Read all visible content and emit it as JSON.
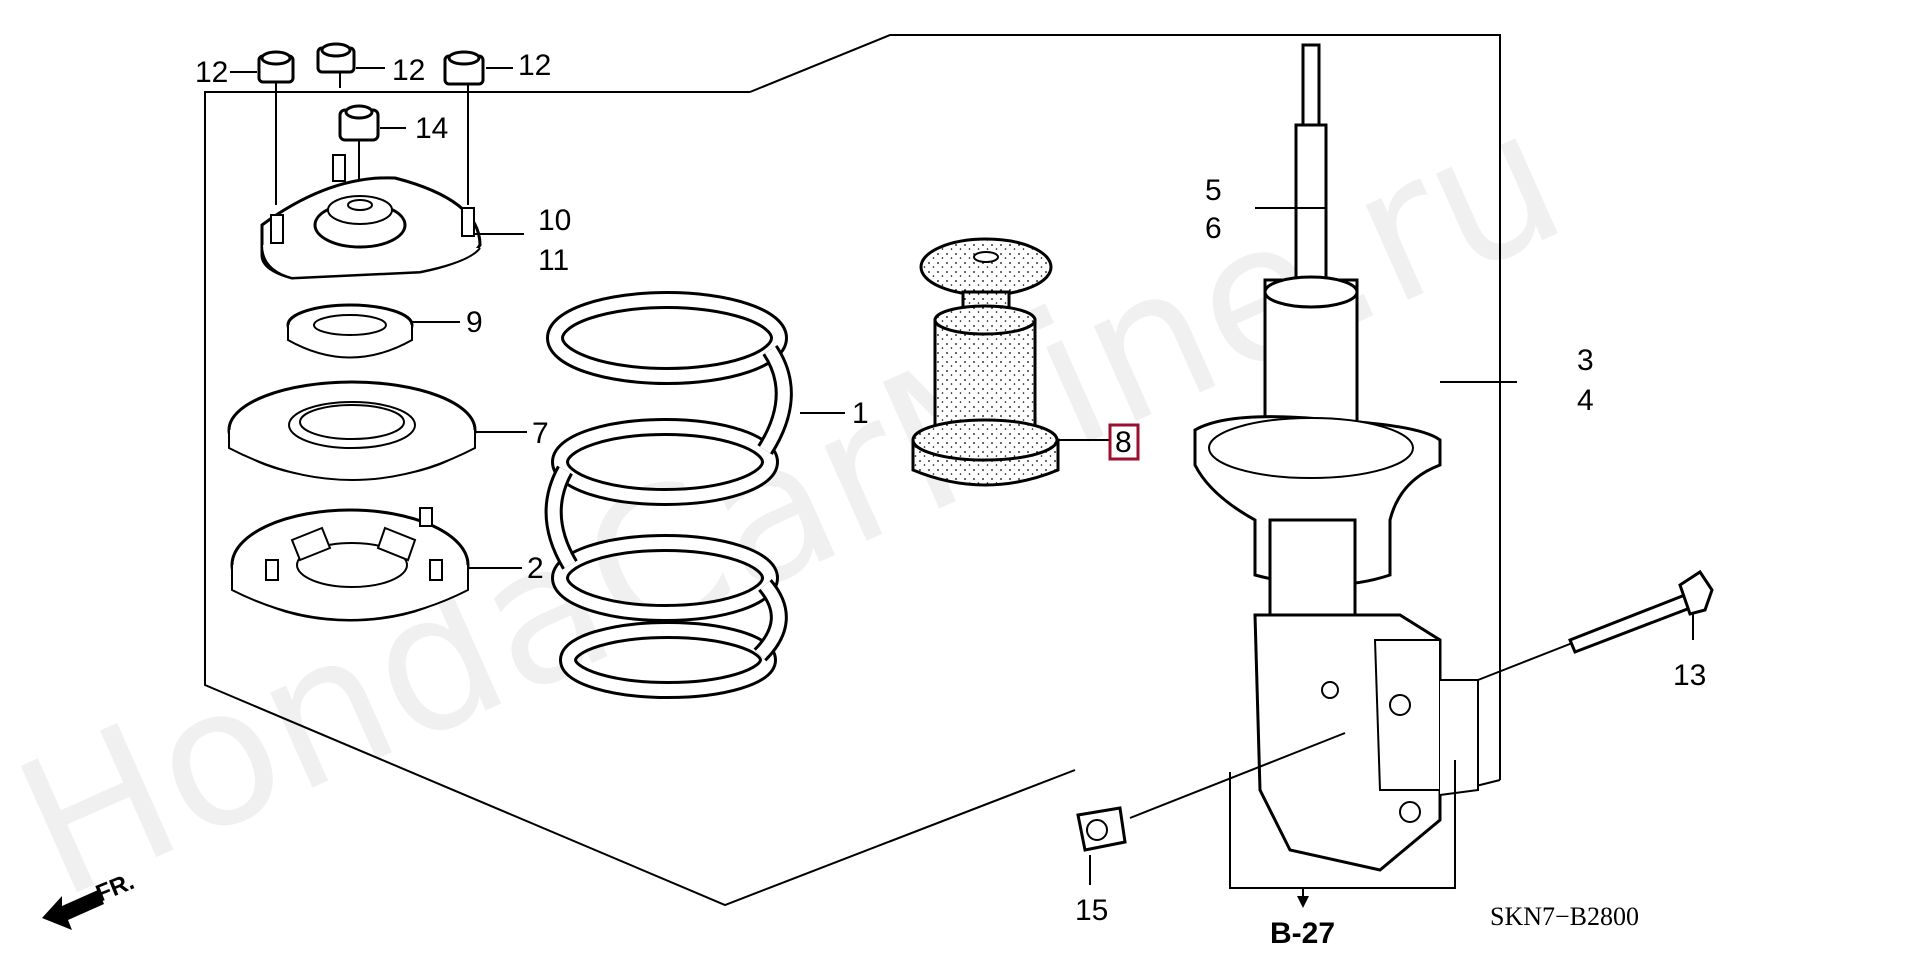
{
  "watermark": "HondaCarMine.ru",
  "callouts": {
    "c1": "1",
    "c2": "2",
    "c3": "3",
    "c4": "4",
    "c5": "5",
    "c6": "6",
    "c7": "7",
    "c8": "8",
    "c9": "9",
    "c10": "10",
    "c11": "11",
    "c12a": "12",
    "c12b": "12",
    "c12c": "12",
    "c13": "13",
    "c14": "14",
    "c15": "15"
  },
  "highlight_color": "#9b1030",
  "reference": "B-27",
  "diagram_code": "SKN7−B2800",
  "front_label": "FR."
}
